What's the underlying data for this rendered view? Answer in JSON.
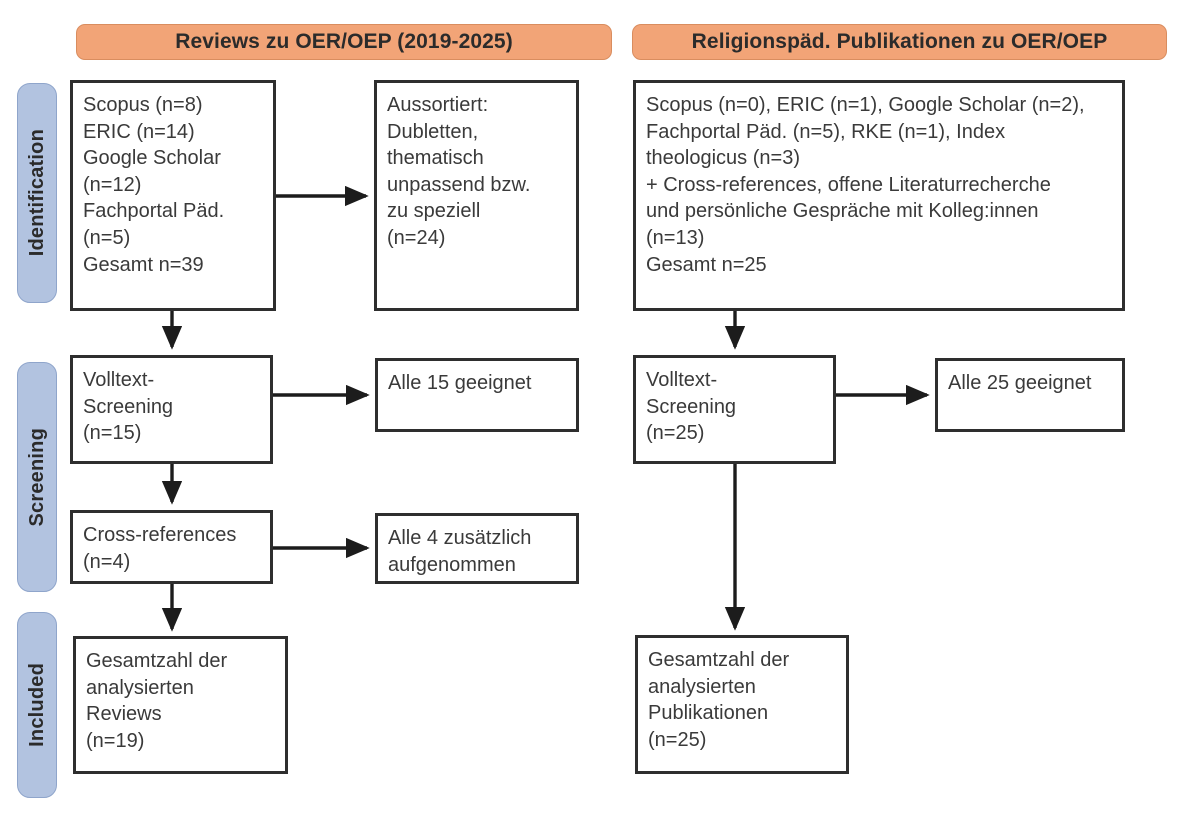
{
  "diagram": {
    "title_left": "Reviews zu OER/OEP (2019-2025)",
    "title_right": "Religionspäd. Publikationen zu OER/OEP",
    "accent_orange": "#F2A477",
    "accent_blue": "#B2C3E0",
    "box_border": "#2E2E2E"
  },
  "phases": {
    "identification": "Identification",
    "screening": "Screening",
    "included": "Included"
  },
  "left_column": {
    "identification_sources": "Scopus (n=8)\nERIC (n=14)\nGoogle Scholar\n(n=12)\nFachportal Päd.\n(n=5)\nGesamt n=39",
    "excluded": "Aussortiert:\nDubletten,\nthematisch\nunpassend bzw.\nzu speziell\n(n=24)",
    "fulltext_screening": "Volltext-\nScreening\n(n=15)",
    "eligible": "Alle 15 geeignet",
    "crossrefs": "Cross-references\n(n=4)",
    "crossrefs_outcome": "Alle 4 zusätzlich\naufgenommen",
    "included_total": "Gesamtzahl der\nanalysierten\nReviews\n(n=19)"
  },
  "right_column": {
    "identification_sources": "Scopus (n=0), ERIC (n=1), Google Scholar (n=2),\nFachportal Päd. (n=5), RKE (n=1), Index\ntheologicus (n=3)\n+ Cross-references, offene Literaturrecherche\nund persönliche Gespräche mit Kolleg:innen\n(n=13)\nGesamt n=25",
    "fulltext_screening": "Volltext-\nScreening\n(n=25)",
    "eligible": "Alle 25 geeignet",
    "included_total": "Gesamtzahl der\nanalysierten\nPublikationen\n(n=25)"
  },
  "chart_data": {
    "type": "table",
    "title": "PRISMA-Flussdiagramm: Reviews zu OER/OEP und religionspädagogische Publikationen",
    "columns": [
      "Phase",
      "Schritt",
      "Strang",
      "n"
    ],
    "rows": [
      [
        "Identification",
        "Scopus",
        "Reviews zu OER/OEP (2019-2025)",
        8
      ],
      [
        "Identification",
        "ERIC",
        "Reviews zu OER/OEP (2019-2025)",
        14
      ],
      [
        "Identification",
        "Google Scholar",
        "Reviews zu OER/OEP (2019-2025)",
        12
      ],
      [
        "Identification",
        "Fachportal Päd.",
        "Reviews zu OER/OEP (2019-2025)",
        5
      ],
      [
        "Identification",
        "Gesamt",
        "Reviews zu OER/OEP (2019-2025)",
        39
      ],
      [
        "Identification",
        "Aussortiert (Dubletten, thematisch unpassend bzw. zu speziell)",
        "Reviews zu OER/OEP (2019-2025)",
        24
      ],
      [
        "Screening",
        "Volltext-Screening",
        "Reviews zu OER/OEP (2019-2025)",
        15
      ],
      [
        "Screening",
        "Alle geeignet",
        "Reviews zu OER/OEP (2019-2025)",
        15
      ],
      [
        "Screening",
        "Cross-references",
        "Reviews zu OER/OEP (2019-2025)",
        4
      ],
      [
        "Screening",
        "Alle zusätzlich aufgenommen",
        "Reviews zu OER/OEP (2019-2025)",
        4
      ],
      [
        "Included",
        "Gesamtzahl der analysierten Reviews",
        "Reviews zu OER/OEP (2019-2025)",
        19
      ],
      [
        "Identification",
        "Scopus",
        "Religionspäd. Publikationen zu OER/OEP",
        0
      ],
      [
        "Identification",
        "ERIC",
        "Religionspäd. Publikationen zu OER/OEP",
        1
      ],
      [
        "Identification",
        "Google Scholar",
        "Religionspäd. Publikationen zu OER/OEP",
        2
      ],
      [
        "Identification",
        "Fachportal Päd.",
        "Religionspäd. Publikationen zu OER/OEP",
        5
      ],
      [
        "Identification",
        "RKE",
        "Religionspäd. Publikationen zu OER/OEP",
        1
      ],
      [
        "Identification",
        "Index theologicus",
        "Religionspäd. Publikationen zu OER/OEP",
        3
      ],
      [
        "Identification",
        "Cross-references, offene Literaturrecherche und persönliche Gespräche mit Kolleg:innen",
        "Religionspäd. Publikationen zu OER/OEP",
        13
      ],
      [
        "Identification",
        "Gesamt",
        "Religionspäd. Publikationen zu OER/OEP",
        25
      ],
      [
        "Screening",
        "Volltext-Screening",
        "Religionspäd. Publikationen zu OER/OEP",
        25
      ],
      [
        "Screening",
        "Alle geeignet",
        "Religionspäd. Publikationen zu OER/OEP",
        25
      ],
      [
        "Included",
        "Gesamtzahl der analysierten Publikationen",
        "Religionspäd. Publikationen zu OER/OEP",
        25
      ]
    ]
  }
}
